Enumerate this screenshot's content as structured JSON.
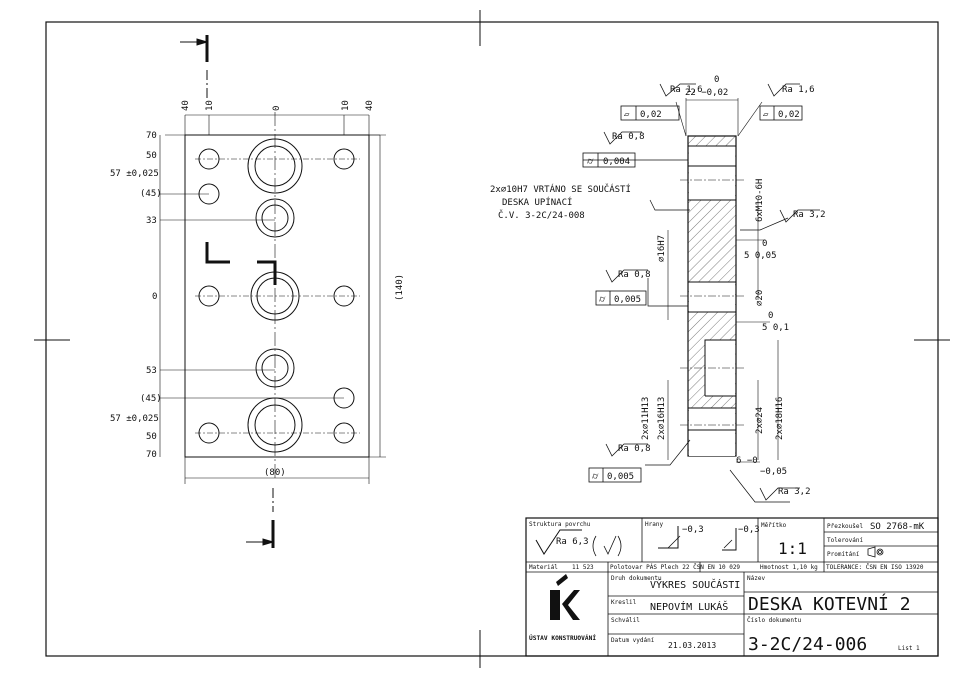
{
  "left_view": {
    "top_dims": [
      "40",
      "10",
      "0",
      "10",
      "40"
    ],
    "left_dims": [
      "70",
      "50",
      "57 ±0,025",
      "(45)",
      "33",
      "0",
      "53",
      "(45)",
      "57 ±0,025",
      "50",
      "70"
    ],
    "width_dim": "(80)",
    "height_dim": "(140)"
  },
  "right_view": {
    "ra_labels": [
      "Ra 1,6",
      "Ra 1,6",
      "Ra 0,8",
      "Ra 3,2",
      "Ra 0,8",
      "Ra 0,8",
      "Ra 3,2"
    ],
    "thickness_tol": [
      "0",
      "22 −0,02"
    ],
    "flatness_left": "0,02",
    "flatness_right": "0,02",
    "tol_1": "0,004",
    "tol_2": "0,005",
    "tol_3": "0,005",
    "note_lines": [
      "2x⌀10H7 VRTÁNO SE SOUČÁSTÍ",
      "DESKA UPÍNACÍ",
      "Č.V. 3-2C/24-008"
    ],
    "dia_left": [
      "⌀16H7",
      "2x⌀11H13",
      "2x⌀16H13"
    ],
    "dia_right": [
      "6xM10-6H",
      "⌀20",
      "2x⌀24",
      "2x⌀18H16"
    ],
    "small_dims": [
      "0",
      "5  0,05",
      "0",
      "5  0,1",
      "6  −0",
      "−0,05"
    ]
  },
  "title_block": {
    "surface_label": "Struktura povrchu",
    "surface_ra": "Ra 6,3",
    "edges_label": "Hrany",
    "edge_a": "−0,3",
    "edge_b": "−0,3",
    "scale_label": "Měřítko",
    "scale": "1:1",
    "approver_label": "Přezkoušel",
    "approver": "SO 2768-mK",
    "tolerance_label": "Tolerování",
    "projection_label": "Promítání",
    "material_label": "Materiál",
    "material_value": "11 523",
    "blank_text": "Polotovar  PÁS  Plech 22 ČSN EN 10 029",
    "mass_text": "Hmotnost  1,10  kg",
    "standard_text": "TOLERANCE: ČSN EN ISO 13920",
    "type_label": "Druh dokumentu",
    "type_value": "VÝKRES SOUČÁSTI",
    "name_label": "Název",
    "part_name": "DESKA KOTEVNÍ 2",
    "author_label": "Kreslil",
    "author": "NEPOVÍM LUKÁŠ",
    "checked_label": "Schválil",
    "docnum_label": "Číslo dokumentu",
    "docnum": "3-2C/24-006",
    "date_label": "Datum vydání",
    "date": "21.03.2013",
    "sheet_label": "List 1",
    "logo": "ÚK",
    "institute": "ÚSTAV KONSTRUOVÁNÍ"
  }
}
